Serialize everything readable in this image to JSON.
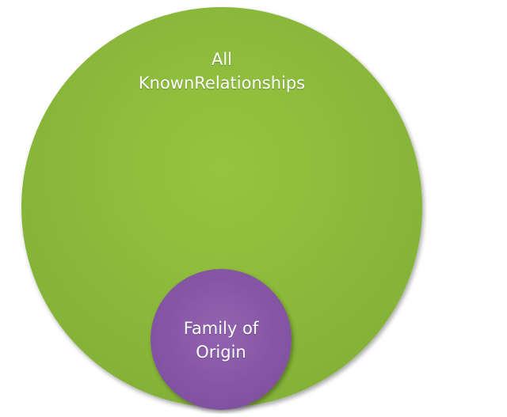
{
  "diagram": {
    "outer_circle": {
      "label_lines": [
        "All",
        "KnownRelationships"
      ],
      "color": "#8dbb3c"
    },
    "inner_circle": {
      "label_lines": [
        "Family of",
        "Origin"
      ],
      "color": "#8a5aa9"
    }
  }
}
